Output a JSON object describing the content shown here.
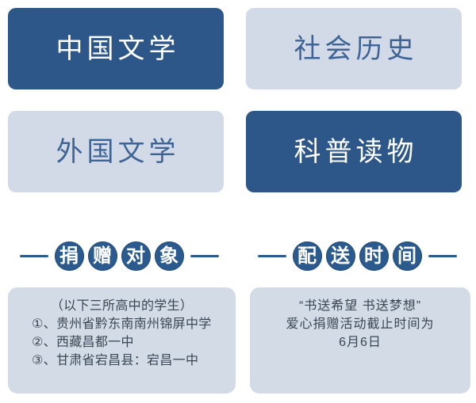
{
  "theme": {
    "accent_dark": "#2d5789",
    "accent_light": "#d2dae8",
    "panel_bg": "#d3dce6",
    "text_blue": "#3d6494",
    "text_dark": "#3a4654",
    "page_bg": "#ffffff"
  },
  "categories": [
    {
      "label": "中国文学",
      "style": "filled"
    },
    {
      "label": "社会历史",
      "style": "outline"
    },
    {
      "label": "外国文学",
      "style": "outline"
    },
    {
      "label": "科普读物",
      "style": "filled"
    }
  ],
  "sections": {
    "left": {
      "heading_chars": [
        "捐",
        "赠",
        "对",
        "象"
      ],
      "lines": [
        "（以下三所高中的学生）",
        "①、贵州省黔东南南州锦屏中学",
        "②、西藏昌都一中",
        "③、甘肃省宕昌县：宕昌一中"
      ]
    },
    "right": {
      "heading_chars": [
        "配",
        "送",
        "时",
        "间"
      ],
      "lines": [
        "“书送希望 书送梦想”",
        "爱心捐赠活动截止时间为",
        "6月6日"
      ]
    }
  }
}
